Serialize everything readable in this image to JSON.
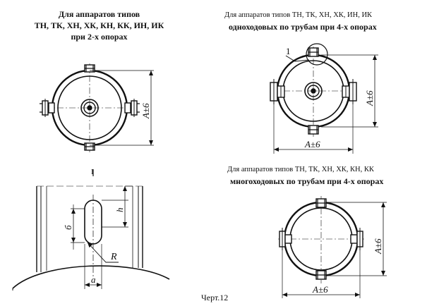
{
  "captions": {
    "left": {
      "line1": "Для аппаратов типов",
      "line2": "ТН, ТК, ХН, ХК, КН, КК, ИН, ИК",
      "line3": "при 2-х опорах"
    },
    "right_top": {
      "line1": "Для аппаратов типов  ТН, ТК, ХН, ХК, ИН, ИК",
      "line2": "одноходовых по трубам при 4-х опорах"
    },
    "right_bottom": {
      "line1": "Для аппаратов типов  ТН, ТК, ХН, ХК, КН, КК",
      "line2": "многоходовых по трубам при 4-х опорах"
    }
  },
  "dimensions": {
    "a_tol": "A±6",
    "b": "б",
    "h": "h",
    "r": "R",
    "a": "a"
  },
  "callout": "1",
  "section_mark": "I",
  "figure_label": "Черт.12"
}
